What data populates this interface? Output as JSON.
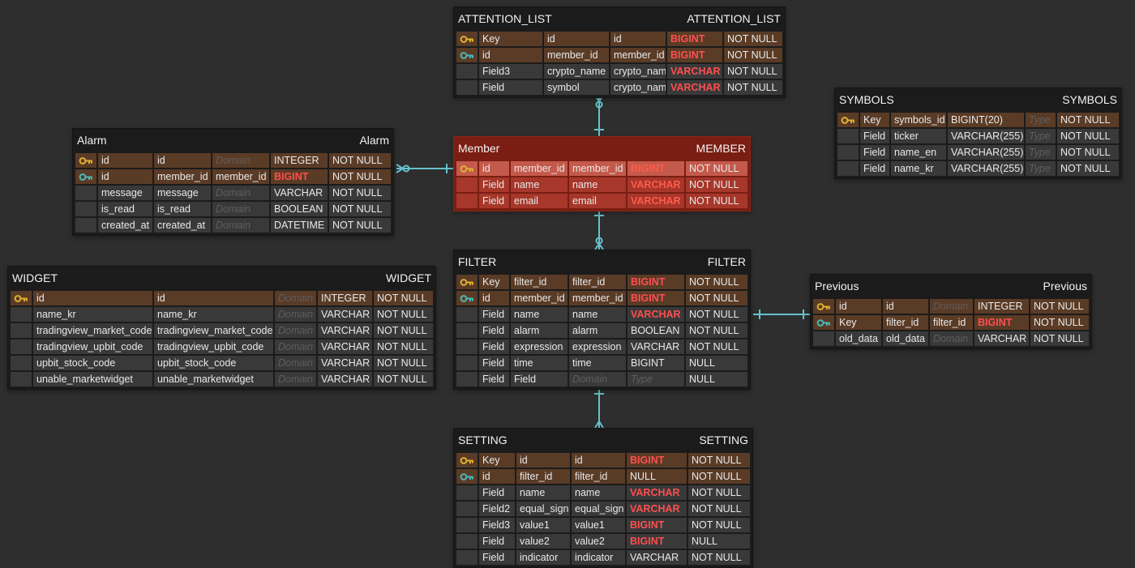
{
  "colors": {
    "background": "#2e2e2e",
    "table": "#1b1b1b",
    "selected_table": "#7a1d12",
    "cell": "#393939",
    "key_row": "#5a3b26",
    "red_type": "#ff4f4f",
    "connector": "#66c2cc",
    "primary_key_icon": "#e0b030",
    "foreign_key_icon": "#4ab8b8"
  },
  "tables": [
    {
      "id": "attention_list",
      "title_left": "ATTENTION_LIST",
      "title_right": "ATTENTION_LIST",
      "selected": false,
      "rows": [
        {
          "icon": "primary-key-icon",
          "key": "Key",
          "name": "id",
          "logical": "id",
          "type": "BIGINT",
          "type_red": true,
          "nullable": "NOT NULL"
        },
        {
          "icon": "foreign-key-icon",
          "key": "id",
          "name": "member_id",
          "logical": "member_id",
          "type": "BIGINT",
          "type_red": true,
          "nullable": "NOT NULL"
        },
        {
          "icon": "",
          "key": "Field3",
          "name": "crypto_name",
          "logical": "crypto_name",
          "type": "VARCHAR",
          "type_red": true,
          "nullable": "NOT NULL"
        },
        {
          "icon": "",
          "key": "Field",
          "name": "symbol",
          "logical": "crypto_name",
          "type": "VARCHAR",
          "type_red": true,
          "nullable": "NOT NULL"
        }
      ]
    },
    {
      "id": "symbols",
      "title_left": "SYMBOLS",
      "title_right": "SYMBOLS",
      "selected": false,
      "rows": [
        {
          "icon": "primary-key-icon",
          "key": "Key",
          "name": "symbols_id",
          "logical": "BIGINT(20)",
          "type": "Type",
          "type_hint": true,
          "nullable": "NOT NULL"
        },
        {
          "icon": "",
          "key": "Field",
          "name": "ticker",
          "logical": "VARCHAR(255)",
          "type": "Type",
          "type_hint": true,
          "nullable": "NOT NULL"
        },
        {
          "icon": "",
          "key": "Field",
          "name": "name_en",
          "logical": "VARCHAR(255)",
          "type": "Type",
          "type_hint": true,
          "nullable": "NOT NULL"
        },
        {
          "icon": "",
          "key": "Field",
          "name": "name_kr",
          "logical": "VARCHAR(255)",
          "type": "Type",
          "type_hint": true,
          "nullable": "NOT NULL"
        }
      ]
    },
    {
      "id": "alarm",
      "title_left": "Alarm",
      "title_right": "Alarm",
      "selected": false,
      "rows": [
        {
          "icon": "primary-key-icon",
          "key": "id",
          "name": "id",
          "logical": "Domain",
          "logical_hint": true,
          "type": "INTEGER",
          "nullable": "NOT NULL"
        },
        {
          "icon": "foreign-key-icon",
          "key": "id",
          "name": "member_id",
          "logical": "member_id",
          "type": "BIGINT",
          "type_red": true,
          "nullable": "NOT NULL"
        },
        {
          "icon": "",
          "key": "message",
          "name": "message",
          "logical": "Domain",
          "logical_hint": true,
          "type": "VARCHAR",
          "nullable": "NOT NULL"
        },
        {
          "icon": "",
          "key": "is_read",
          "name": "is_read",
          "logical": "Domain",
          "logical_hint": true,
          "type": "BOOLEAN",
          "nullable": "NOT NULL"
        },
        {
          "icon": "",
          "key": "created_at",
          "name": "created_at",
          "logical": "Domain",
          "logical_hint": true,
          "type": "DATETIME",
          "nullable": "NOT NULL"
        }
      ]
    },
    {
      "id": "member",
      "title_left": "Member",
      "title_right": "MEMBER",
      "selected": true,
      "rows": [
        {
          "icon": "primary-key-icon",
          "key": "id",
          "name": "member_id",
          "logical": "member_id",
          "type": "BIGINT",
          "type_red": true,
          "nullable": "NOT NULL"
        },
        {
          "icon": "",
          "key": "Field",
          "name": "name",
          "logical": "name",
          "type": "VARCHAR",
          "type_red": true,
          "nullable": "NOT NULL"
        },
        {
          "icon": "",
          "key": "Field",
          "name": "email",
          "logical": "email",
          "type": "VARCHAR",
          "type_red": true,
          "nullable": "NOT NULL"
        }
      ]
    },
    {
      "id": "widget",
      "title_left": "WIDGET",
      "title_right": "WIDGET",
      "selected": false,
      "rows": [
        {
          "icon": "primary-key-icon",
          "key": "id",
          "name": "id",
          "logical": "Domain",
          "logical_hint": true,
          "type": "INTEGER",
          "nullable": "NOT NULL"
        },
        {
          "icon": "",
          "key": "name_kr",
          "name": "name_kr",
          "logical": "Domain",
          "logical_hint": true,
          "type": "VARCHAR",
          "nullable": "NOT NULL"
        },
        {
          "icon": "",
          "key": "tradingview_market_code",
          "name": "tradingview_market_code",
          "logical": "Domain",
          "logical_hint": true,
          "type": "VARCHAR",
          "nullable": "NOT NULL"
        },
        {
          "icon": "",
          "key": "tradingview_upbit_code",
          "name": "tradingview_upbit_code",
          "logical": "Domain",
          "logical_hint": true,
          "type": "VARCHAR",
          "nullable": "NOT NULL"
        },
        {
          "icon": "",
          "key": "upbit_stock_code",
          "name": "upbit_stock_code",
          "logical": "Domain",
          "logical_hint": true,
          "type": "VARCHAR",
          "nullable": "NOT NULL"
        },
        {
          "icon": "",
          "key": "unable_marketwidget",
          "name": "unable_marketwidget",
          "logical": "Domain",
          "logical_hint": true,
          "type": "VARCHAR",
          "nullable": "NOT NULL"
        }
      ]
    },
    {
      "id": "filter",
      "title_left": "FILTER",
      "title_right": "FILTER",
      "selected": false,
      "rows": [
        {
          "icon": "primary-key-icon",
          "key": "Key",
          "name": "filter_id",
          "logical": "filter_id",
          "type": "BIGINT",
          "type_red": true,
          "nullable": "NOT NULL"
        },
        {
          "icon": "foreign-key-icon",
          "key": "id",
          "name": "member_id",
          "logical": "member_id",
          "type": "BIGINT",
          "type_red": true,
          "nullable": "NOT NULL"
        },
        {
          "icon": "",
          "key": "Field",
          "name": "name",
          "logical": "name",
          "type": "VARCHAR",
          "type_red": true,
          "nullable": "NOT NULL"
        },
        {
          "icon": "",
          "key": "Field",
          "name": "alarm",
          "logical": "alarm",
          "type": "BOOLEAN",
          "nullable": "NOT NULL"
        },
        {
          "icon": "",
          "key": "Field",
          "name": "expression",
          "logical": "expression",
          "type": "VARCHAR",
          "nullable": "NOT NULL"
        },
        {
          "icon": "",
          "key": "Field",
          "name": "time",
          "logical": "time",
          "type": "BIGINT",
          "nullable": "NULL"
        },
        {
          "icon": "",
          "key": "Field",
          "name": "Field",
          "logical": "Domain",
          "logical_hint": true,
          "type": "Type",
          "type_hint": true,
          "nullable": "NULL"
        }
      ]
    },
    {
      "id": "previous",
      "title_left": "Previous",
      "title_right": "Previous",
      "selected": false,
      "rows": [
        {
          "icon": "primary-key-icon",
          "key": "id",
          "name": "id",
          "logical": "Domain",
          "logical_hint": true,
          "type": "INTEGER",
          "nullable": "NOT NULL"
        },
        {
          "icon": "foreign-key-icon",
          "key": "Key",
          "name": "filter_id",
          "logical": "filter_id",
          "type": "BIGINT",
          "type_red": true,
          "nullable": "NOT NULL"
        },
        {
          "icon": "",
          "key": "old_data",
          "name": "old_data",
          "logical": "Domain",
          "logical_hint": true,
          "type": "VARCHAR",
          "nullable": "NOT NULL"
        }
      ]
    },
    {
      "id": "setting",
      "title_left": "SETTING",
      "title_right": "SETTING",
      "selected": false,
      "rows": [
        {
          "icon": "primary-key-icon",
          "key": "Key",
          "name": "id",
          "logical": "id",
          "type": "BIGINT",
          "type_red": true,
          "nullable": "NOT NULL"
        },
        {
          "icon": "foreign-key-icon",
          "key": "id",
          "name": "filter_id",
          "logical": "filter_id",
          "type": "NULL",
          "nullable": "NOT NULL"
        },
        {
          "icon": "",
          "key": "Field",
          "name": "name",
          "logical": "name",
          "type": "VARCHAR",
          "type_red": true,
          "nullable": "NOT NULL"
        },
        {
          "icon": "",
          "key": "Field2",
          "name": "equal_sign",
          "logical": "equal_sign",
          "type": "VARCHAR",
          "type_red": true,
          "nullable": "NOT NULL"
        },
        {
          "icon": "",
          "key": "Field3",
          "name": "value1",
          "logical": "value1",
          "type": "BIGINT",
          "type_red": true,
          "nullable": "NOT NULL"
        },
        {
          "icon": "",
          "key": "Field",
          "name": "value2",
          "logical": "value2",
          "type": "BIGINT",
          "type_red": true,
          "nullable": "NULL"
        },
        {
          "icon": "",
          "key": "Field",
          "name": "indicator",
          "logical": "indicator",
          "type": "VARCHAR",
          "nullable": "NOT NULL"
        }
      ]
    }
  ],
  "relationships": [
    {
      "from": "member",
      "to": "attention_list",
      "notation": "one-to-zero-or-many"
    },
    {
      "from": "member",
      "to": "alarm",
      "notation": "one-to-zero-or-many"
    },
    {
      "from": "member",
      "to": "filter",
      "notation": "one-to-zero-or-many"
    },
    {
      "from": "filter",
      "to": "previous",
      "notation": "one-to-one"
    },
    {
      "from": "filter",
      "to": "setting",
      "notation": "one-to-many"
    }
  ]
}
